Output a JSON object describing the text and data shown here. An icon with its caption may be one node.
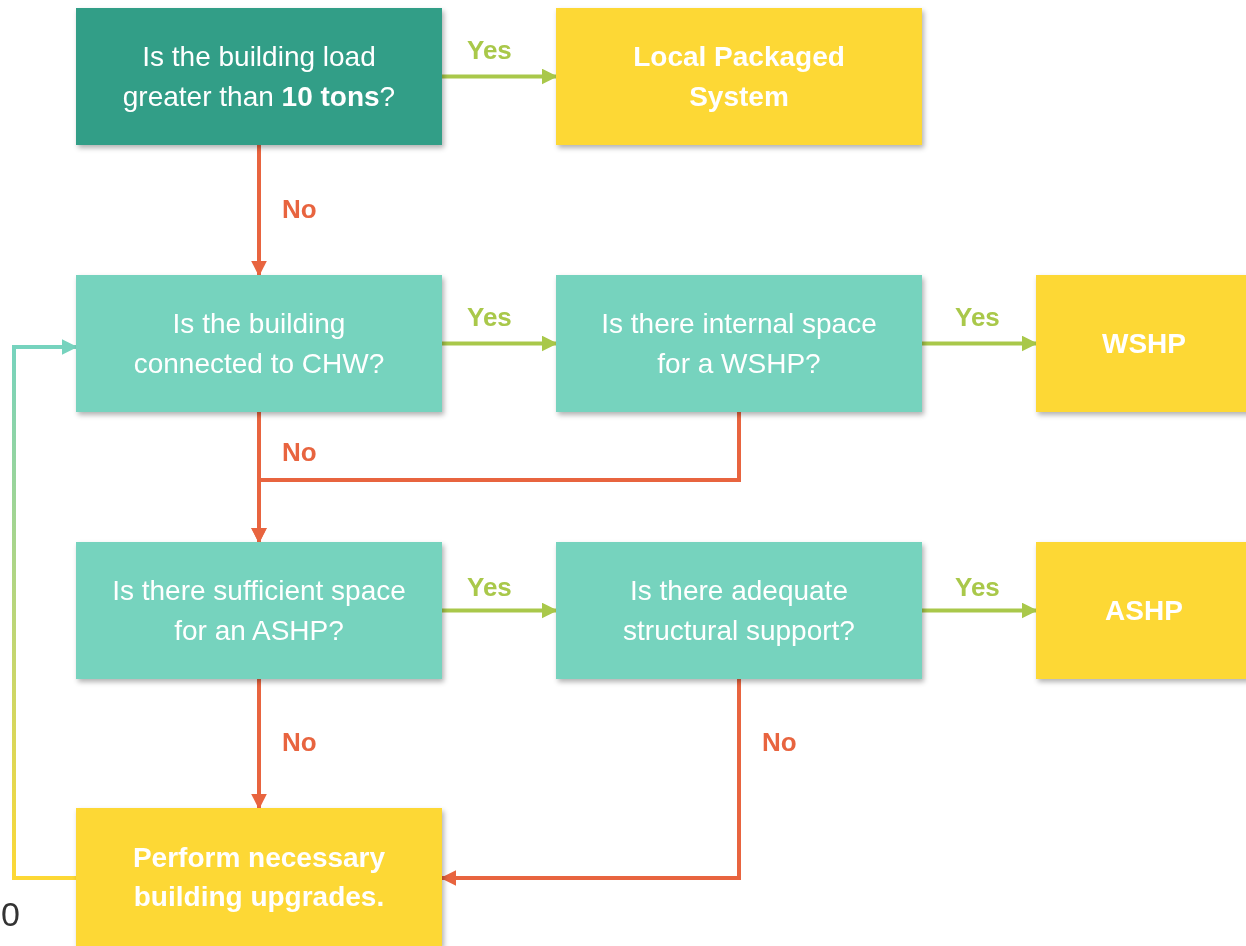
{
  "diagram": {
    "nodes": [
      {
        "text": [
          "Is the building load greater than **10 tons**?"
        ]
      },
      {
        "text": [
          "Local Packaged System"
        ]
      },
      {
        "text": [
          "Is the building connected to CHW?"
        ]
      },
      {
        "text": [
          "Is there internal space for a WSHP?"
        ]
      },
      {
        "text": [
          "WSHP"
        ]
      },
      {
        "text": [
          "Is there sufficient space for an ASHP?"
        ]
      },
      {
        "text": [
          "Is there adequate structural support?"
        ]
      },
      {
        "text": [
          "ASHP"
        ]
      },
      {
        "text": [
          "Perform necessary building upgrades."
        ]
      }
    ],
    "edges": [
      {
        "from": 0,
        "to": 1,
        "arrow": "to",
        "label": "Yes",
        "color": "#a9c84a"
      },
      {
        "from": 0,
        "to": 2,
        "arrow": "to",
        "label": "No",
        "color": "#e8643f"
      },
      {
        "from": 2,
        "to": 3,
        "arrow": "to",
        "label": "Yes",
        "color": "#a9c84a"
      },
      {
        "from": 3,
        "to": 4,
        "arrow": "to",
        "label": "Yes",
        "color": "#a9c84a"
      },
      {
        "from": 2,
        "to": 5,
        "arrow": "to",
        "label": "No",
        "color": "#e8643f"
      },
      {
        "from": 3,
        "to": 5,
        "arrow": "to",
        "color": "#e8643f"
      },
      {
        "from": 5,
        "to": 6,
        "arrow": "to",
        "label": "Yes",
        "color": "#a9c84a"
      },
      {
        "from": 6,
        "to": 7,
        "arrow": "to",
        "label": "Yes",
        "color": "#a9c84a"
      },
      {
        "from": 5,
        "to": 8,
        "arrow": "to",
        "label": "No",
        "color": "#e8643f"
      },
      {
        "from": 6,
        "to": 8,
        "arrow": "to",
        "label": "No",
        "color": "#e8643f"
      },
      {
        "from": 8,
        "to": 2,
        "arrow": "to",
        "color": "#76d3be"
      }
    ],
    "labels": [
      "0"
    ]
  }
}
